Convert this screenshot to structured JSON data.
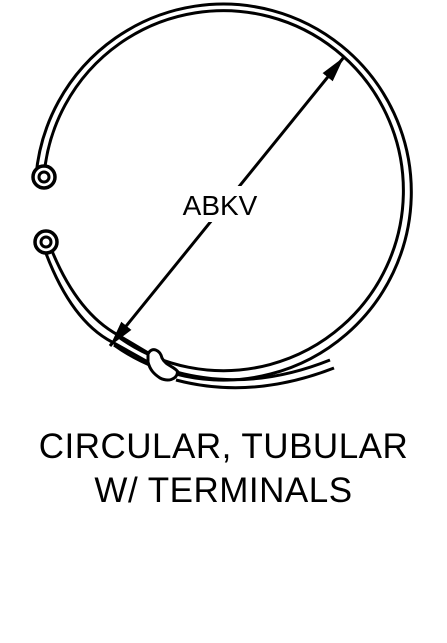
{
  "diagram": {
    "dimension_label": "ABKV",
    "caption_line1": "CIRCULAR, TUBULAR",
    "caption_line2": "W/ TERMINALS"
  },
  "colors": {
    "line": "#000000",
    "background": "#ffffff"
  }
}
